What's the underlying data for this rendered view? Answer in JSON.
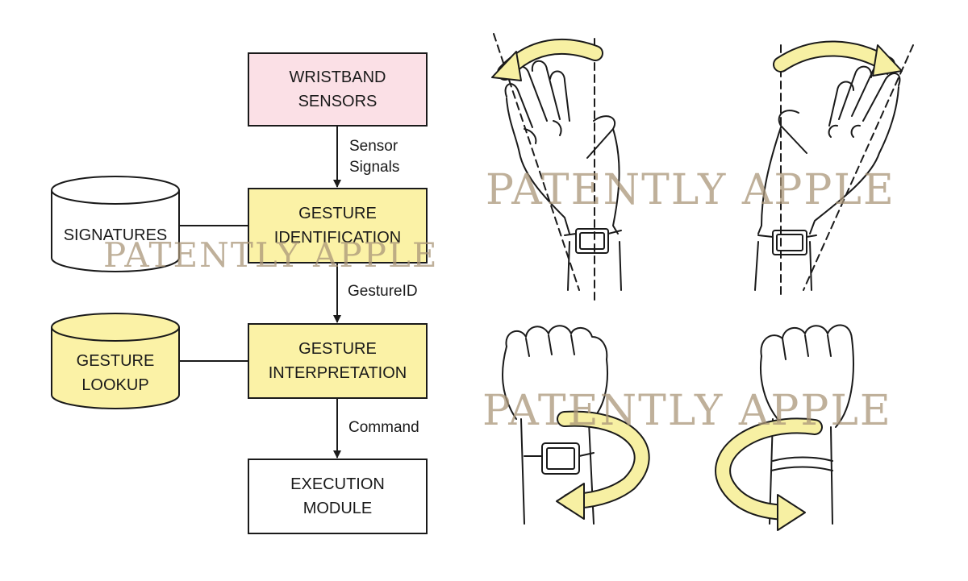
{
  "flowchart": {
    "boxes": {
      "wristband": {
        "line1": "WRISTBAND",
        "line2": "SENSORS",
        "color": "#fbe0e6"
      },
      "identification": {
        "line1": "GESTURE",
        "line2": "IDENTIFICATION",
        "color": "#fbf2a6"
      },
      "interpretation": {
        "line1": "GESTURE",
        "line2": "INTERPRETATION",
        "color": "#fbf2a6"
      },
      "execution": {
        "line1": "EXECUTION",
        "line2": "MODULE",
        "color": "#ffffff"
      }
    },
    "databases": {
      "signatures": {
        "label": "SIGNATURES",
        "color": "#ffffff"
      },
      "lookup": {
        "line1": "GESTURE",
        "line2": "LOOKUP",
        "color": "#fbf2a6"
      }
    },
    "edges": {
      "sensor_signals_1": "Sensor",
      "sensor_signals_2": "Signals",
      "gesture_id": "GestureID",
      "command": "Command"
    }
  },
  "watermarks": {
    "diagram": "PATENTLY APPLE",
    "upper_illustration": "PATENTLY APPLE",
    "lower_illustration": "PATENTLY APPLE"
  },
  "colors": {
    "arrow_accent": "#f7f0a3",
    "line": "#1a1a1a",
    "watermark": "#aa9678"
  },
  "illustrations": {
    "panels": [
      "hand-tilt-left",
      "hand-tilt-right",
      "fist-rotate-clockwise",
      "fist-rotate-counterclockwise"
    ]
  }
}
